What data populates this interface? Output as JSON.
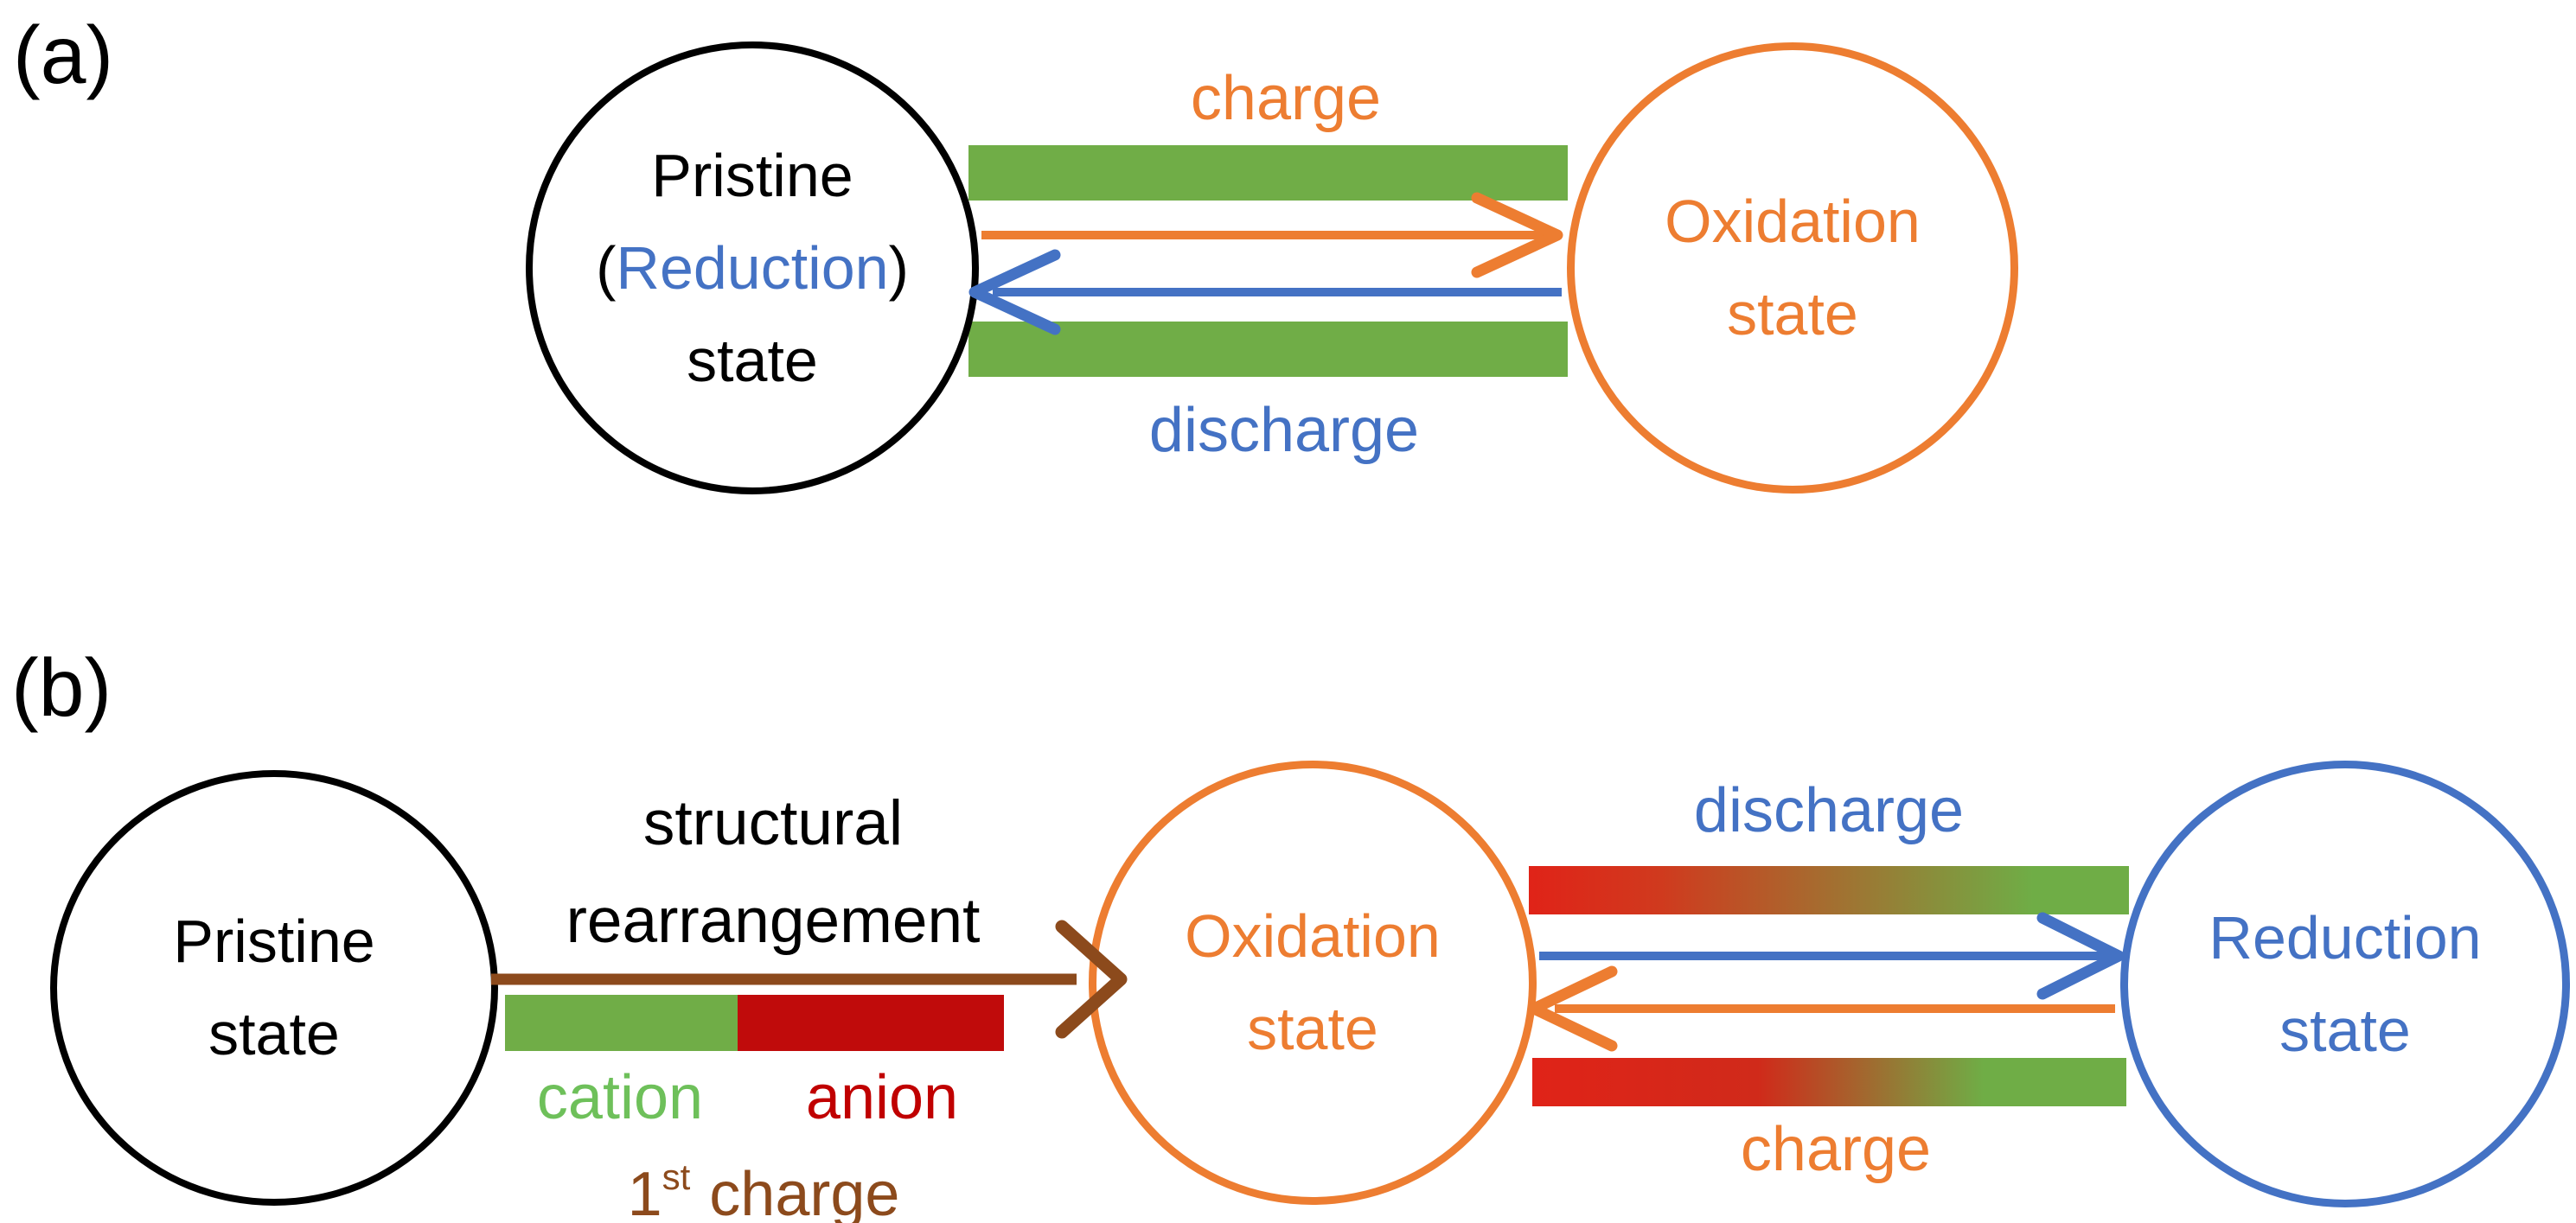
{
  "figure_title": "two-panel battery electrode redox state cycle diagram",
  "colors": {
    "black": "#000000",
    "orange": "#ED7D31",
    "blue": "#4472C4",
    "green_bar": "#70AD47",
    "red_bar": "#C00B0B",
    "cation_green": "#6EC05A",
    "anion_red": "#C00000",
    "brown": "#8C4A1C",
    "gradient_left_red": "#E02318",
    "gradient_right_green": "#6FAD46"
  },
  "panel_a": {
    "label": "(a)",
    "pristine_circle": {
      "line1": "Pristine",
      "paren_open": "(",
      "reduction_word": "Reduction",
      "paren_close": ")",
      "line3": "state"
    },
    "oxidation_circle": {
      "line1": "Oxidation",
      "line2": "state"
    },
    "charge_label": "charge",
    "discharge_label": "discharge"
  },
  "panel_b": {
    "label": "(b)",
    "pristine_circle": {
      "line1": "Pristine",
      "line2": "state"
    },
    "oxidation_circle": {
      "line1": "Oxidation",
      "line2": "state"
    },
    "reduction_circle": {
      "line1": "Reduction",
      "line2": "state"
    },
    "structural_line1": "structural",
    "structural_line2": "rearrangement",
    "cation_label": "cation",
    "anion_label": "anion",
    "first_charge": {
      "number": "1",
      "superscript": "st",
      "word": "charge"
    },
    "discharge_label": "discharge",
    "charge_label": "charge"
  }
}
